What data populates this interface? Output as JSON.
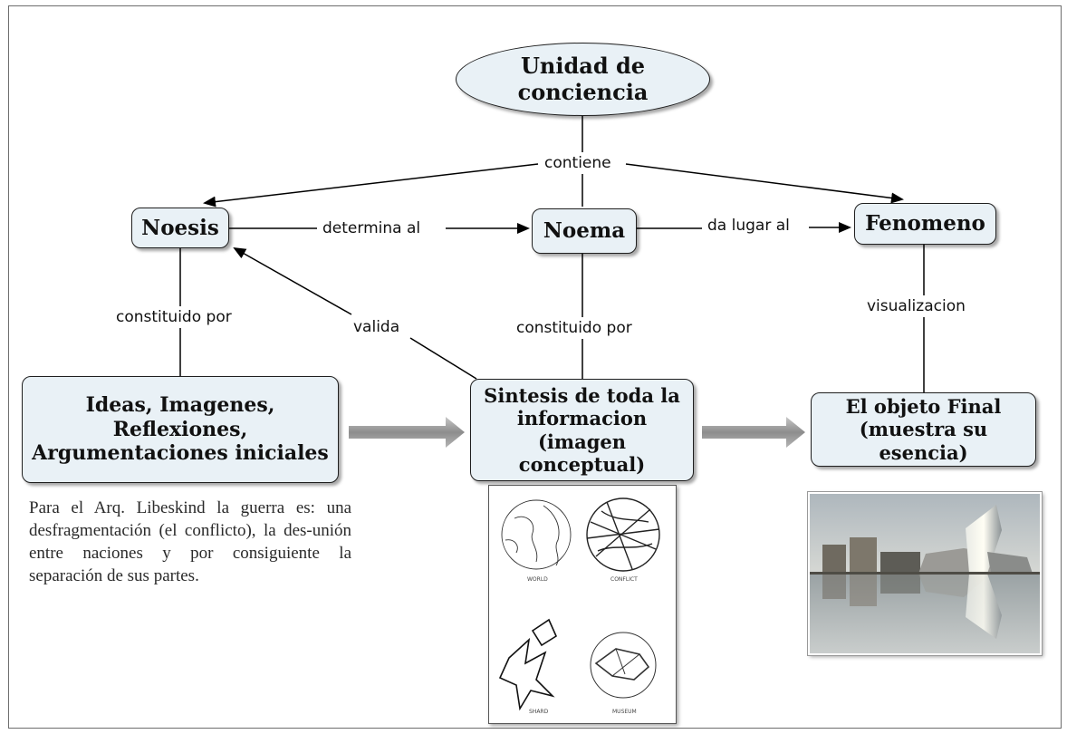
{
  "nodes": {
    "unidad": "Unidad de conciencia",
    "noesis": "Noesis",
    "noema": "Noema",
    "fenomeno": "Fenomeno",
    "ideas": "Ideas, Imagenes, Reflexiones, Argumentaciones iniciales",
    "sintesis": "Sintesis de toda la informacion (imagen conceptual)",
    "objeto": "El objeto Final (muestra su esencia)"
  },
  "links": {
    "contiene": "contiene",
    "determina": "determina al",
    "da_lugar": "da lugar al",
    "constituido_1": "constituido por",
    "constituido_2": "constituido por",
    "valida": "valida",
    "visualizacion": "visualizacion"
  },
  "paragraph": "Para el Arq. Libeskind la guerra es: una desfragmentación (el conflicto), la des-unión entre naciones y por consiguiente la separación de sus partes.",
  "sketch_captions": [
    "WORLD",
    "CONFLICT",
    "SHARD",
    "MUSEUM"
  ],
  "colors": {
    "node_fill": "#e9f1f6",
    "arrow_gray": "#9a9a9a",
    "line": "#000000"
  }
}
